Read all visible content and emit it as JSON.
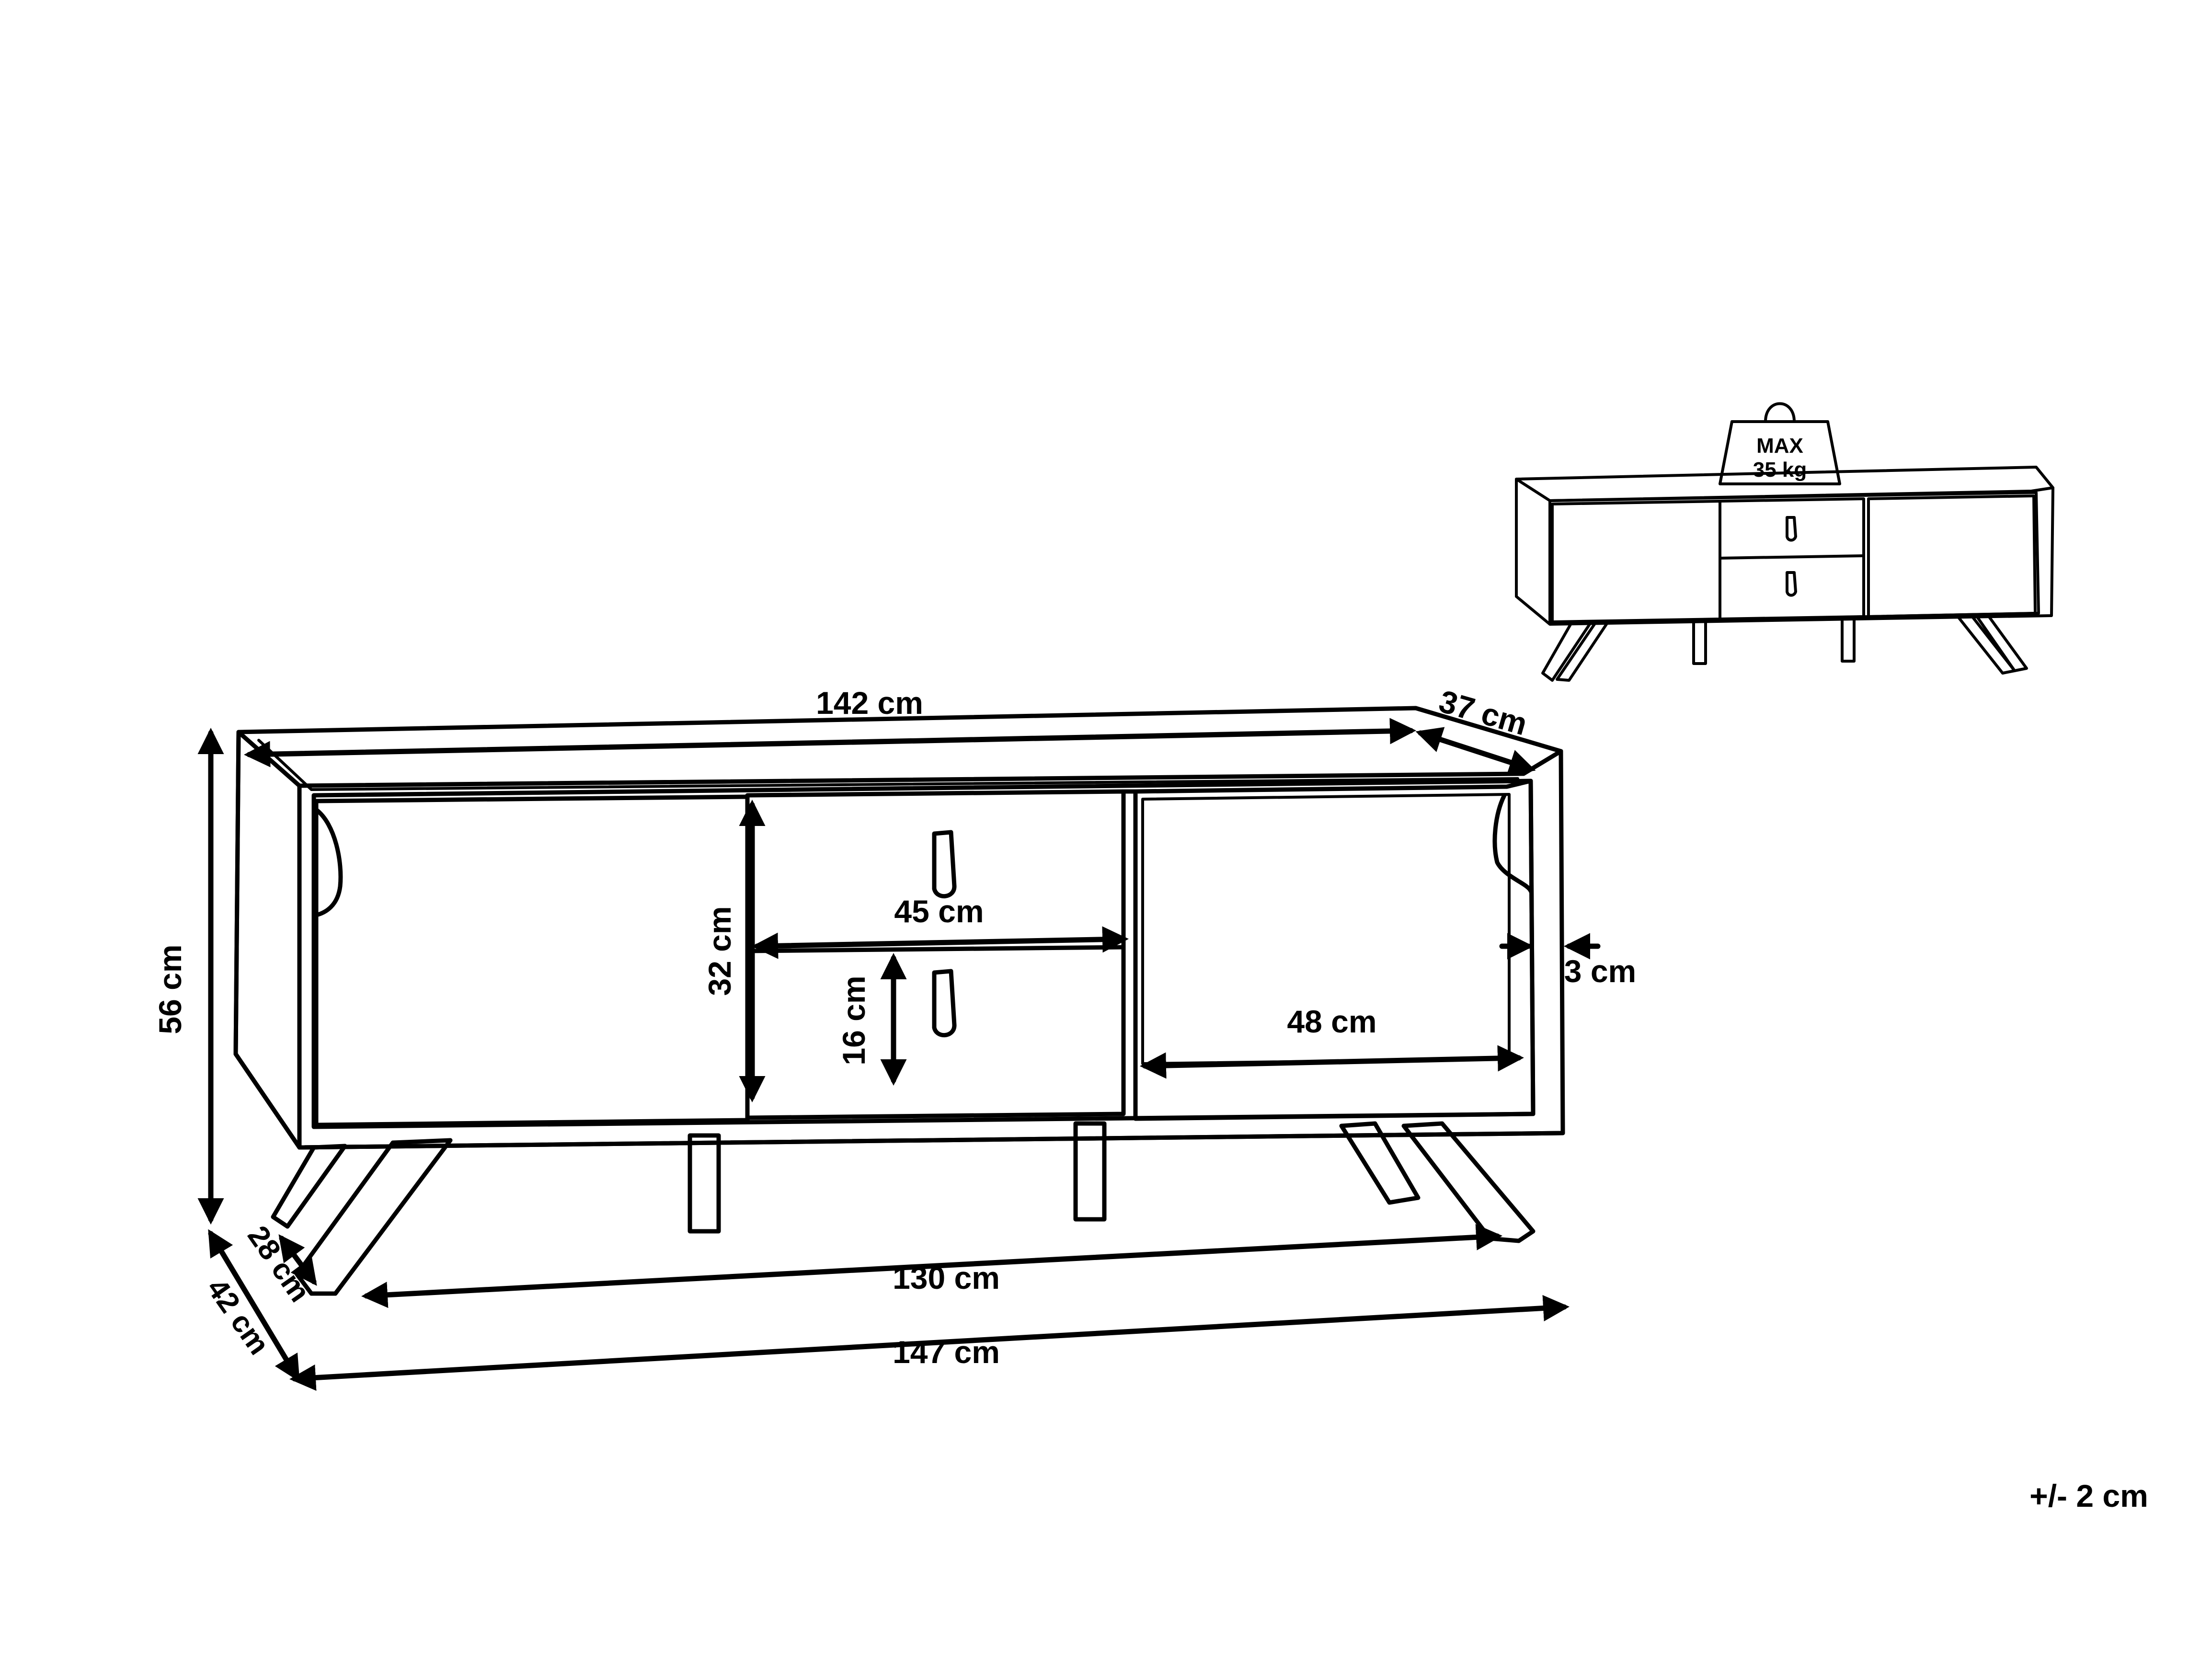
{
  "dimensions": {
    "width_top": "142 cm",
    "depth_top": "37 cm",
    "height_total": "56 cm",
    "compartment_height": "32 cm",
    "drawer_width": "45 cm",
    "drawer_height": "16 cm",
    "door_width": "48 cm",
    "frame_thickness": "3 cm",
    "leg_depth_inner": "28 cm",
    "leg_depth_outer": "42 cm",
    "leg_span_inner": "130 cm",
    "leg_span_outer": "147 cm"
  },
  "load": {
    "label": "MAX",
    "value": "35 kg"
  },
  "tolerance": "+/- 2 cm",
  "colors": {
    "line": "#000000",
    "background": "#ffffff"
  }
}
